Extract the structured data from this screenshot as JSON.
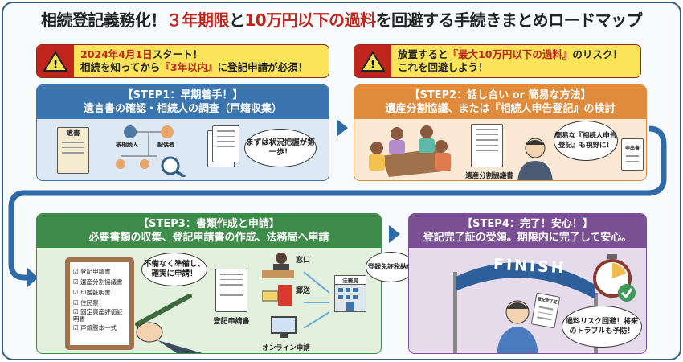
{
  "title": {
    "part1": "相続登記義務化！",
    "part2": "３年期限",
    "part3": "と",
    "part4": "10万円以下の過料",
    "part5": "を回避する手続きまとめロードマップ"
  },
  "warnings": [
    {
      "line1_hl": "2024年4月1日",
      "line1": "スタート！",
      "line2a": "相続を知ってから",
      "line2_hl": "『3年以内』",
      "line2b": "に登記申請が必須！"
    },
    {
      "line1a": "放置すると",
      "line1_hl": "『最大10万円以下の過料』",
      "line1b": "のリスク！",
      "line2": "これを回避しよう！"
    }
  ],
  "steps": [
    {
      "label": "【STEP1：早期着手！】",
      "desc": "遺言書の確認・相続人の調査（戸籍収集）",
      "items": {
        "will": "遺書",
        "decedent": "被相続人",
        "spouse": "配偶者"
      },
      "bubble": "まずは状況把握が第一歩！"
    },
    {
      "label": "【STEP2：話し合い or 簡易な方法】",
      "desc": "遺産分割協議、または『相続人申告登記』の検討",
      "items": {
        "agreement": "遺産分割協議書",
        "form": "申出書"
      },
      "bubble": "簡易な『相続人申告登記』も視野に！"
    },
    {
      "label": "【STEP3：書類作成と申請】",
      "desc": "必要書類の収集、登記申請書の作成、法務局へ申請",
      "checklist": [
        "登記申請書",
        "遺産分割協議書",
        "印鑑証明書",
        "住民票",
        "固定資産評価証明書",
        "戸籍謄本一式"
      ],
      "bubble": "不備なく準備し、確実に申請！",
      "doc": "登記申請書",
      "methods": [
        "窓口",
        "郵送",
        "オンライン申請"
      ],
      "office": "法務局",
      "tax_bubble": "登録免許税納付"
    },
    {
      "label": "【STEP4：完了！安心！】",
      "desc": "登記完了証の受領。期限内に完了して安心。",
      "banner": "FINISH",
      "cert": "登記完了証",
      "bubble": "過料リスク回避！将来のトラブルも予防！"
    }
  ],
  "colors": {
    "step1": "#3a75b0",
    "step2": "#e08a3c",
    "step3": "#3d8c4a",
    "step4": "#7b4f93",
    "arrow": "#2f6aa8"
  }
}
